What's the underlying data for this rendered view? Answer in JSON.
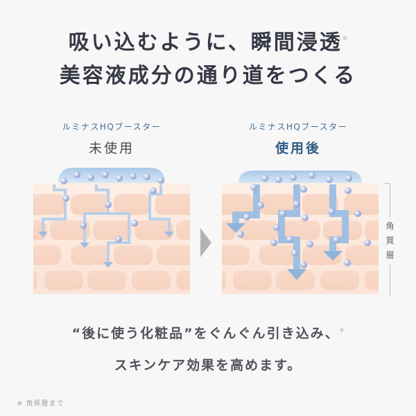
{
  "headline": {
    "line1": "吸い込むように、瞬間浸透",
    "line1_mark": "※",
    "line2": "美容液成分の通り道をつくる"
  },
  "comparison": {
    "before": {
      "product": "ルミナスHQブースター",
      "state": "未使用"
    },
    "after": {
      "product": "ルミナスHQブースター",
      "state": "使用後"
    }
  },
  "scale_label": "角質層",
  "caption": {
    "line1": "“後に使う化粧品”をぐんぐん引き込み、",
    "line1_mark": "※",
    "line2": "スキンケア効果を高めます。"
  },
  "footnote": "※ 角質層まで",
  "colors": {
    "background": "#f7f7f8",
    "headline": "#363945",
    "accent_blue": "#2e5c82",
    "skin_cell": "#f6d6c6",
    "serum_pad": "#b8d3ec",
    "path_arrow": "#8fb4da",
    "molecule": "#a9b8dc"
  }
}
